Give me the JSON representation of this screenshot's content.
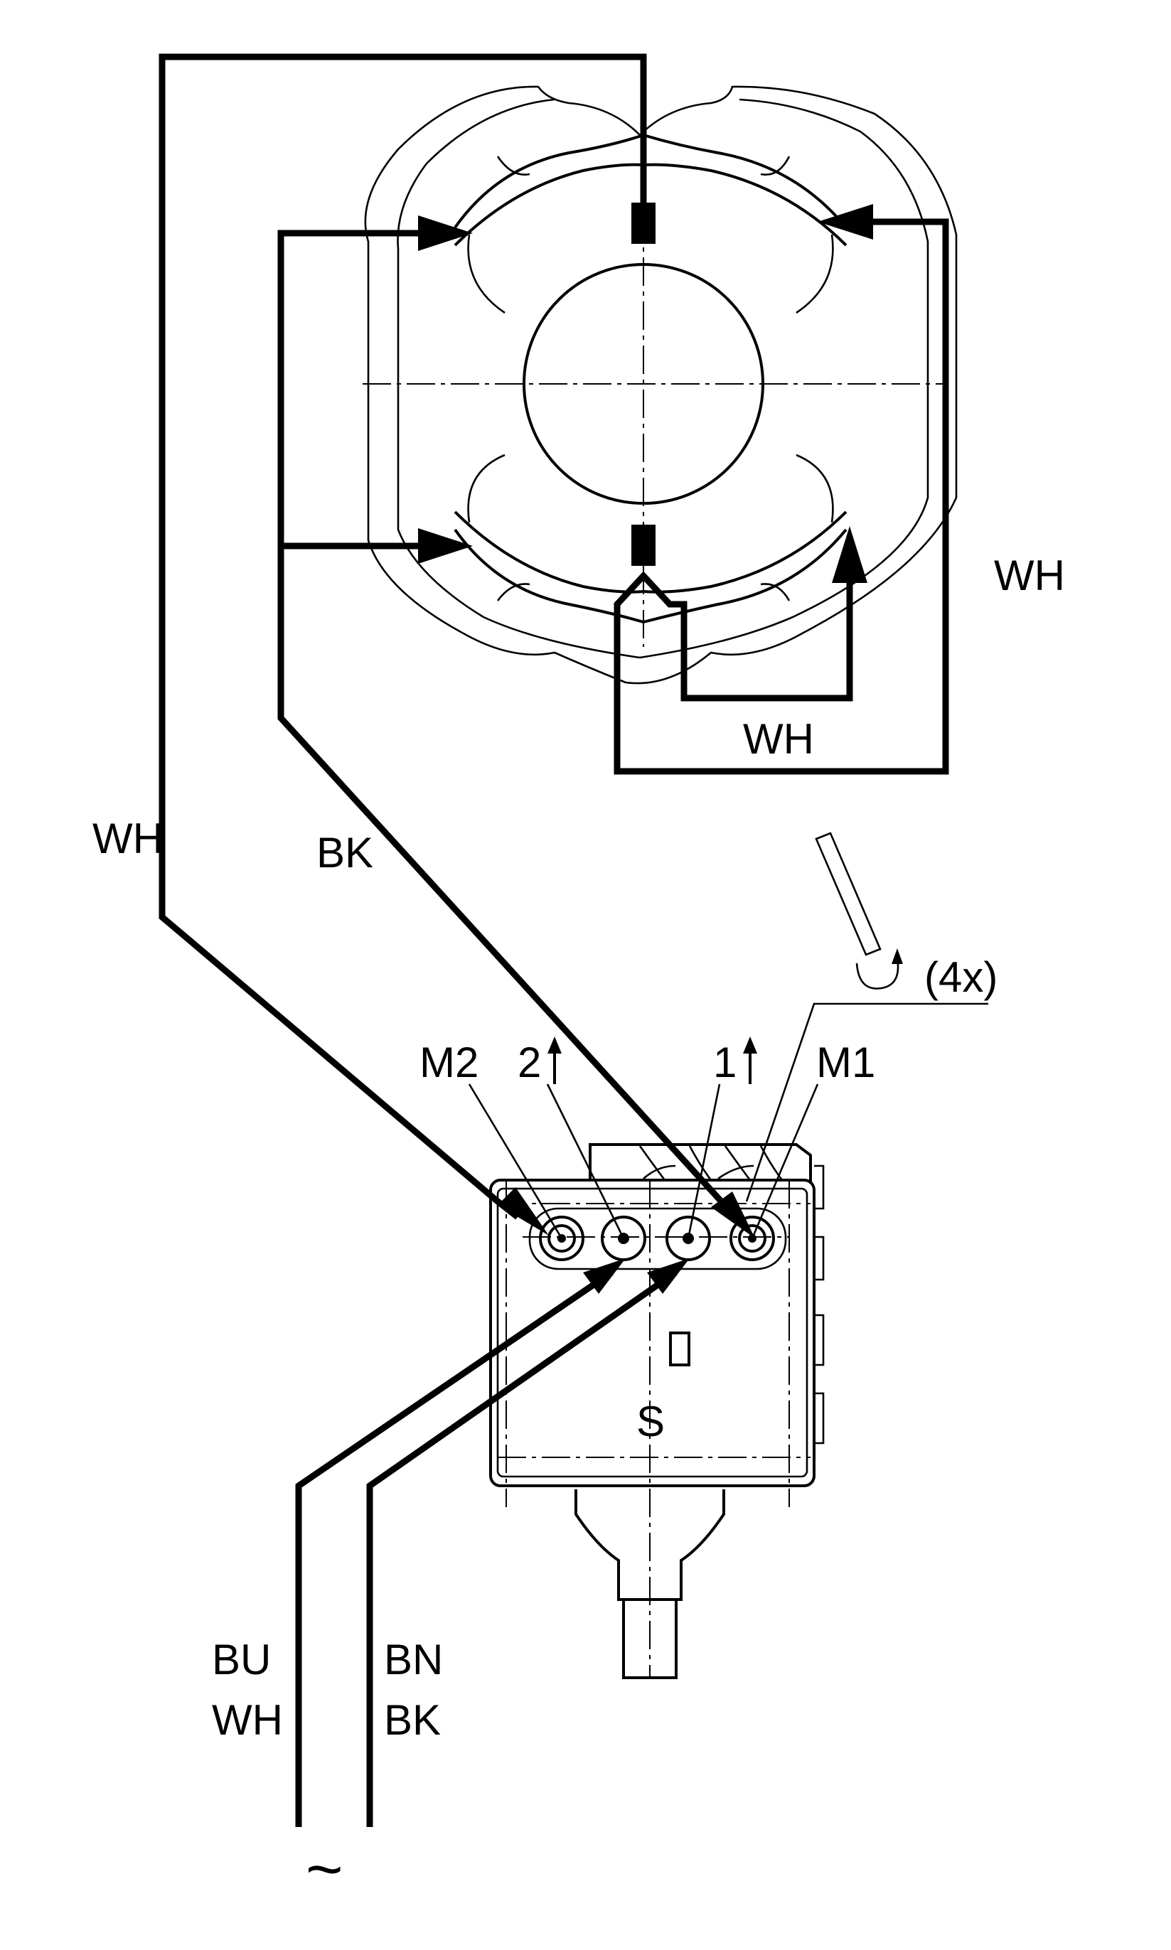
{
  "labels": {
    "wire_left_outer": "WH",
    "wire_left_inner": "BK",
    "wire_right": "WH",
    "wire_bottom": "WH",
    "terminal_m2": "M2",
    "terminal_2": "2",
    "terminal_1": "1",
    "terminal_m1": "M1",
    "screw_count": "(4x)",
    "switch_mark": "S",
    "supply_blue": "BU",
    "supply_white": "WH",
    "supply_brown": "BN",
    "supply_black": "BK",
    "ac_symbol": "~"
  }
}
